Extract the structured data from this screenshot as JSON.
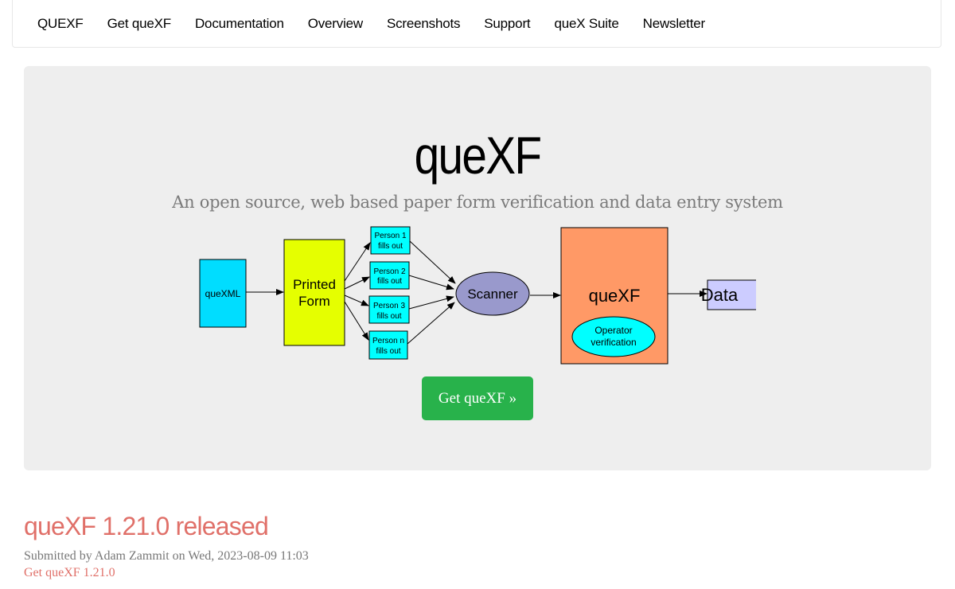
{
  "nav": {
    "items": [
      {
        "label": "QUEXF"
      },
      {
        "label": "Get queXF"
      },
      {
        "label": "Documentation"
      },
      {
        "label": "Overview"
      },
      {
        "label": "Screenshots"
      },
      {
        "label": "Support"
      },
      {
        "label": "queX Suite"
      },
      {
        "label": "Newsletter"
      }
    ]
  },
  "hero": {
    "title": "queXF",
    "subtitle": "An open source, web based paper form verification and data entry system",
    "button_label": "Get queXF »"
  },
  "diagram": {
    "quexml": "queXML",
    "printed_line1": "Printed",
    "printed_line2": "Form",
    "persons": [
      {
        "line1": "Person 1",
        "line2": "fills out"
      },
      {
        "line1": "Person 2",
        "line2": "fills out"
      },
      {
        "line1": "Person 3",
        "line2": "fills out"
      },
      {
        "line1": "Person n",
        "line2": "fills out"
      }
    ],
    "scanner": "Scanner",
    "quexf": "queXF",
    "operator_line1": "Operator",
    "operator_line2": "verification",
    "data": "Data",
    "colors": {
      "quexml": "#00ddff",
      "printed": "#e5ff00",
      "person": "#00ffff",
      "scanner": "#9999cc",
      "quexf": "#ff9966",
      "operator": "#00ffff",
      "data": "#ccccff"
    }
  },
  "news": {
    "title": "queXF 1.21.0 released",
    "submitted": "Submitted by Adam Zammit on Wed, 2023-08-09 11:03",
    "link": "Get queXF 1.21.0"
  }
}
